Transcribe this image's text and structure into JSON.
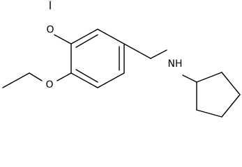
{
  "molecule": {
    "atoms": {
      "methoxy_oxygen": "O",
      "ethoxy_oxygen": "O",
      "amine": "NH"
    }
  },
  "colors": {
    "bond": "#000000",
    "label": "#000000",
    "background": "#ffffff"
  }
}
